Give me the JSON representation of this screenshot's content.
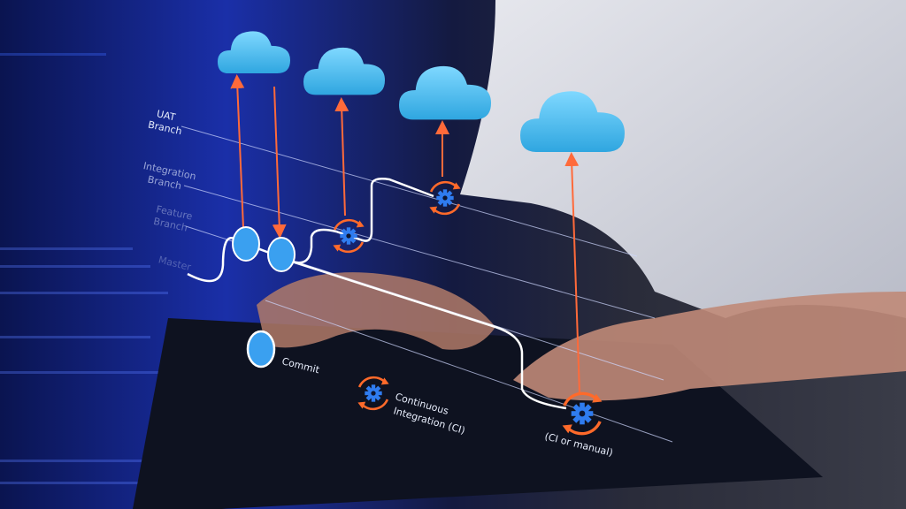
{
  "diagram": {
    "branches": [
      {
        "label_line1": "UAT",
        "label_line2": "Branch"
      },
      {
        "label_line1": "Integration",
        "label_line2": "Branch"
      },
      {
        "label_line1": "Feature",
        "label_line2": "Branch"
      },
      {
        "label_line1": "Master",
        "label_line2": ""
      }
    ],
    "commit_label": "Commit",
    "ci_label_line1": "Continuous",
    "ci_label_line2": "Integration  (CI)",
    "deploy_label": "(CI or manual)"
  },
  "colors": {
    "cloud": "#4fc3f0",
    "arrow": "#ff6a3a",
    "gear": "#2f7cf0",
    "line": "#ffffff",
    "background_left": "#0b1a6b",
    "shirt": "#d9dbe3"
  },
  "icons": [
    "cloud-icon",
    "gear-cycle-icon",
    "arrow-up-icon",
    "arrow-down-icon"
  ]
}
